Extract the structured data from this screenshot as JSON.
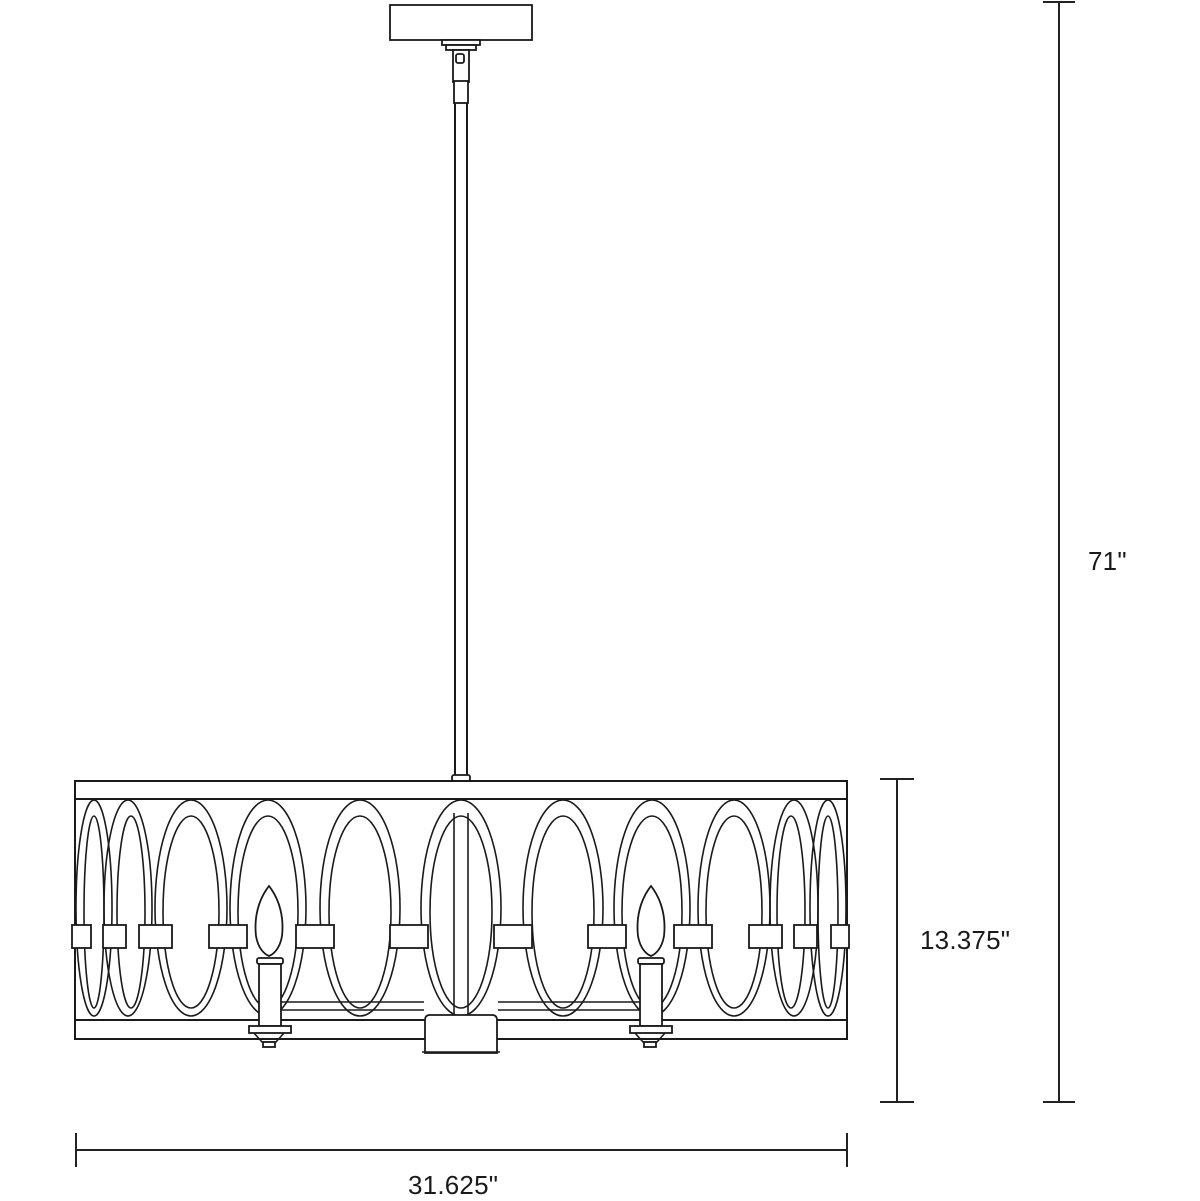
{
  "diagram": {
    "subject": "Pendant chandelier with oval-link drum shade",
    "line_color": "#1a1a1a",
    "background_color": "#ffffff"
  },
  "dimensions": {
    "overall_height": {
      "label": "71\"",
      "value": 71,
      "unit": "in"
    },
    "shade_height": {
      "label": "13.375\"",
      "value": 13.375,
      "unit": "in"
    },
    "shade_width": {
      "label": "31.625\"",
      "value": 31.625,
      "unit": "in"
    }
  },
  "components": {
    "canopy": "ceiling canopy",
    "downrod": "downrod",
    "shade": "drum shade with interlocking oval rings",
    "candles": [
      "left candle socket",
      "right candle socket"
    ],
    "center_column": "center column with base"
  }
}
